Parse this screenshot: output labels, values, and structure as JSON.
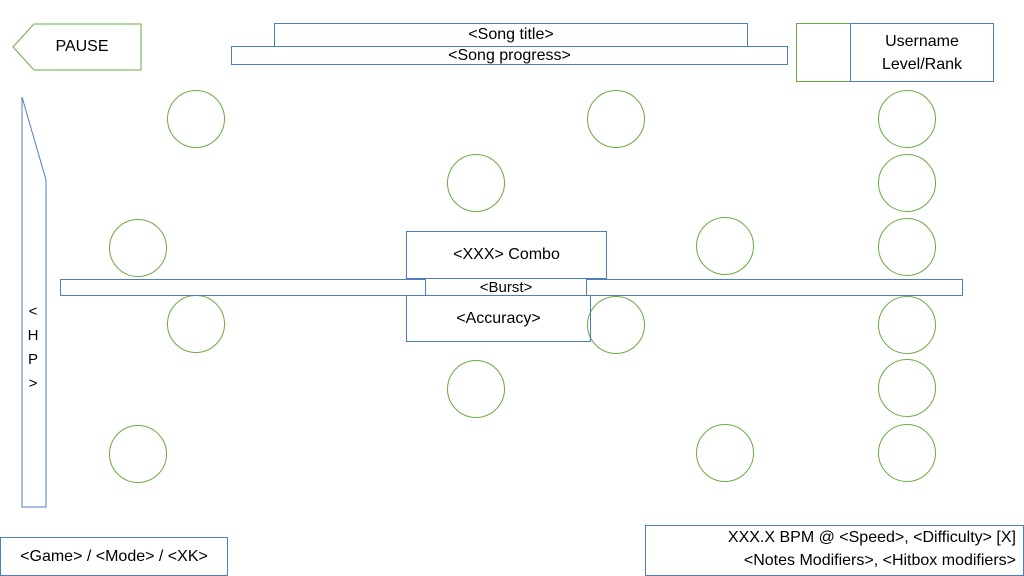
{
  "hud": {
    "pause_label": "PAUSE",
    "song_title": "<Song title>",
    "song_progress": "<Song progress>",
    "username": "Username",
    "level_rank": "Level/Rank",
    "hp_label": [
      "<",
      "H",
      "P",
      ">"
    ],
    "combo": "<XXX> Combo",
    "burst": "<Burst>",
    "accuracy": "<Accuracy>",
    "game_mode": "<Game> / <Mode> / <XK>",
    "bpm_line": "XXX.X BPM @ <Speed>, <Difficulty> [X]",
    "modifiers_line": "<Notes Modifiers>, <Hitbox modifiers>"
  },
  "colors": {
    "blue_outline": "#4f7ec0",
    "green_outline": "#6aab45"
  }
}
